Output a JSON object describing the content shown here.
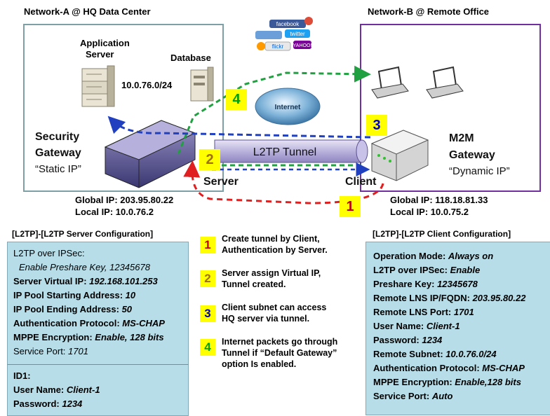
{
  "network_a": {
    "title": "Network-A @ HQ Data Center",
    "app_server_label_1": "Application",
    "app_server_label_2": "Server",
    "database_label": "Database",
    "subnet": "10.0.76.0/24",
    "gateway_title_1": "Security",
    "gateway_title_2": "Gateway",
    "gateway_sub": "“Static IP”",
    "role": "Server",
    "global_ip": "Global IP: 203.95.80.22",
    "local_ip": "Local IP: 10.0.76.2"
  },
  "network_b": {
    "title": "Network-B @ Remote Office",
    "gateway_title_1": "M2M",
    "gateway_title_2": "Gateway",
    "gateway_sub": "“Dynamic IP”",
    "role": "Client",
    "global_ip": "Global IP: 118.18.81.33",
    "local_ip": "Local IP: 10.0.75.2"
  },
  "tunnel_label": "L2TP Tunnel",
  "internet_label": "Internet",
  "badges": {
    "b1": "1",
    "b2": "2",
    "b3": "3",
    "b4": "4"
  },
  "server_config": {
    "title": "[L2TP]-[L2TP Server Configuration]",
    "l1": "L2TP over IPSec:",
    "l2": "Enable Preshare Key, 12345678",
    "l3_k": "Server Virtual IP: ",
    "l3_v": "192.168.101.253",
    "l4_k": "IP Pool Starting Address: ",
    "l4_v": "10",
    "l5_k": "IP Pool Ending Address:  ",
    "l5_v": "50",
    "l6_k": "Authentication Protocol: ",
    "l6_v": "MS-CHAP",
    "l7_k": "MPPE Encryption:  ",
    "l7_v": "Enable, 128 bits",
    "l8_k": "Service Port: ",
    "l8_v": "1701",
    "id_title": "ID1:",
    "id_user_k": "User Name: ",
    "id_user_v": "Client-1",
    "id_pass_k": "Password: ",
    "id_pass_v": "1234"
  },
  "steps": [
    {
      "num": "1",
      "line1": "Create tunnel by Client,",
      "line2": "Authentication by Server."
    },
    {
      "num": "2",
      "line1": "Server assign Virtual IP,",
      "line2": "Tunnel created."
    },
    {
      "num": "3",
      "line1": "Client subnet can access",
      "line2": "HQ server via  tunnel."
    },
    {
      "num": "4",
      "line1": "Internet packets go through",
      "line2": "Tunnel if  “Default Gateway”",
      "line3": "option Is enabled."
    }
  ],
  "client_config": {
    "title": "[L2TP]-[L2TP Client Configuration]",
    "l1_k": "Operation Mode: ",
    "l1_v": "Always on",
    "l2_k": "L2TP over IPSec: ",
    "l2_v": "Enable",
    "l3_k": "Preshare Key: ",
    "l3_v": "12345678",
    "l4_k": "Remote LNS IP/FQDN: ",
    "l4_v": "203.95.80.22",
    "l5_k": "Remote LNS Port: ",
    "l5_v": "1701",
    "l6_k": "User Name: ",
    "l6_v": "Client-1",
    "l7_k": "Password: ",
    "l7_v": "1234",
    "l8_k": "Remote Subnet: ",
    "l8_v": "10.0.76.0/24",
    "l9_k": "Authentication Protocol: ",
    "l9_v": "MS-CHAP",
    "l10_k": "MPPE Encryption:  ",
    "l10_v": "Enable,128 bits",
    "l11_k": "Service Port: ",
    "l11_v": "Auto"
  },
  "cloud_services": [
    "facebook",
    "twitter",
    "flickr",
    "YAHOO!"
  ],
  "icons": [
    "server-icon",
    "database-icon",
    "router-icon",
    "laptop-icon",
    "internet-globe-icon",
    "social-cloud-icon"
  ],
  "colors": {
    "red_path": "#e02020",
    "blue_path": "#2040c0",
    "green_path": "#20a040",
    "badge_bg": "#ffff00",
    "config_bg": "#b7dde8",
    "net_b_border": "#7030a0"
  }
}
